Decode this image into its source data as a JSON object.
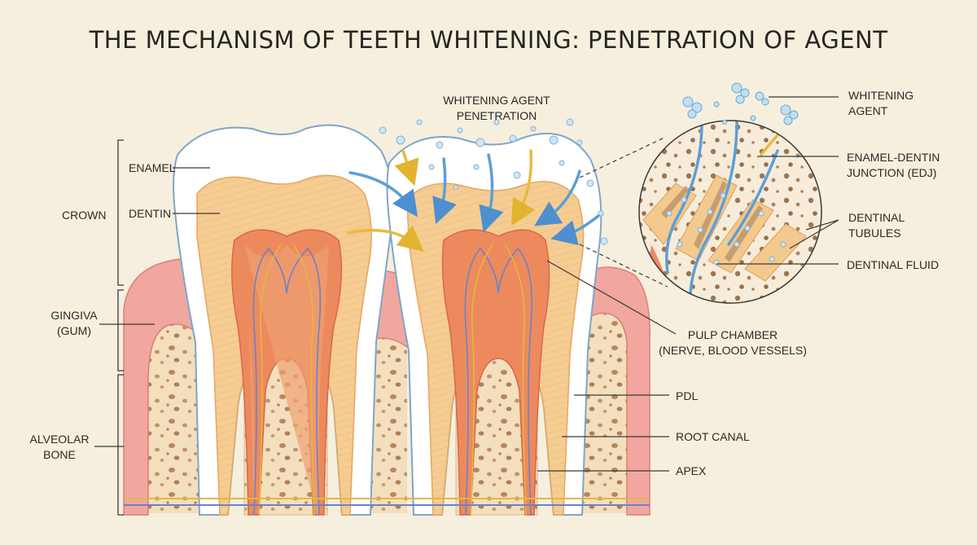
{
  "title": "THE MECHANISM OF TEETH WHITENING: PENETRATION OF AGENT",
  "colors": {
    "background": "#f6efde",
    "enamel": "#ffffff",
    "dentin": "#f4c98d",
    "pulp": "#ec8a5e",
    "gum": "#f1a6a0",
    "bone": "#f3dfbd",
    "agent_blue": "#5b9fd6",
    "agent_yellow": "#e7bb3c"
  },
  "labels": {
    "crown": "CROWN",
    "enamel": "ENAMEL",
    "dentin": "DENTIN",
    "gingiva_line1": "GINGIVA",
    "gingiva_line2": "(GUM)",
    "alveolar_line1": "ALVEOLAR",
    "alveolar_line2": "BONE",
    "penetration_line1": "WHITENING AGENT",
    "penetration_line2": "PENETRATION",
    "whitening_agent_line1": "WHITENING",
    "whitening_agent_line2": "AGENT",
    "edj_line1": "ENAMEL-DENTIN",
    "edj_line2": "JUNCTION (EDJ)",
    "tubules_line1": "DENTINAL",
    "tubules_line2": "TUBULES",
    "fluid": "DENTINAL FLUID",
    "pulp_line1": "PULP CHAMBER",
    "pulp_line2": "(NERVE, BLOOD VESSELS)",
    "pdl": "PDL",
    "root_canal": "ROOT CANAL",
    "apex": "APEX"
  }
}
